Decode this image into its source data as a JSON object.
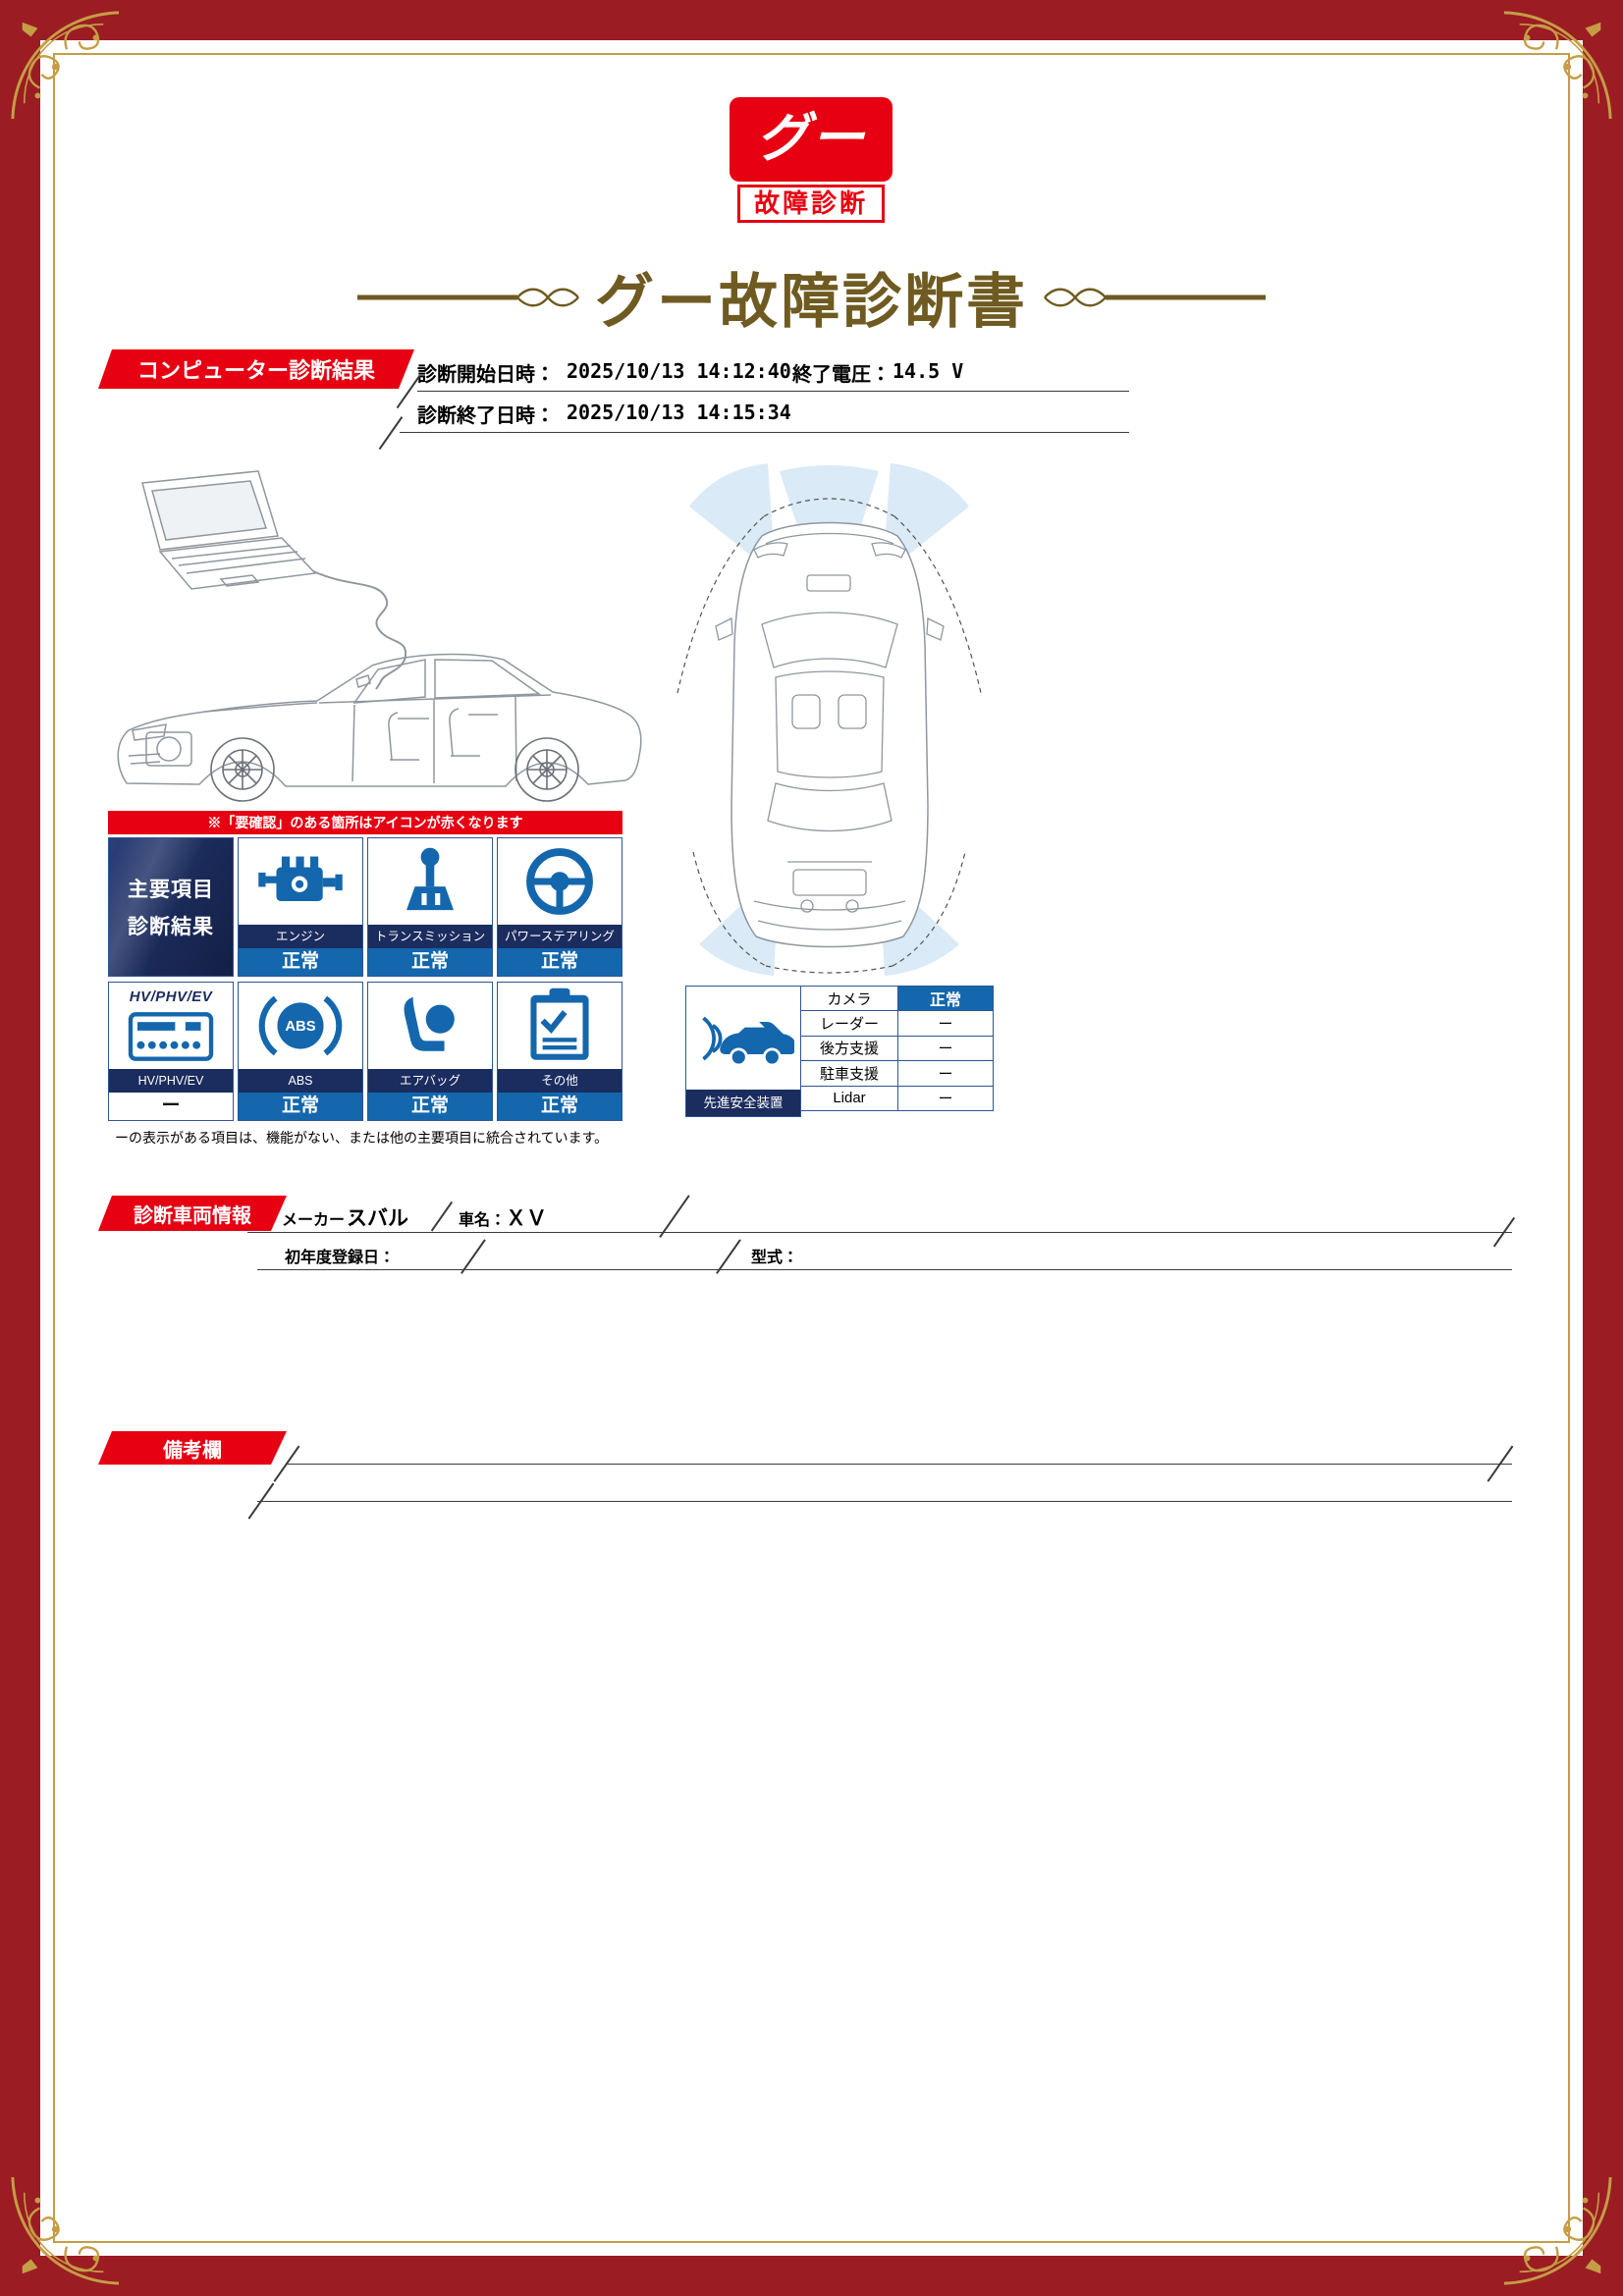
{
  "logo": {
    "main": "グー",
    "sub": "故障診断"
  },
  "title": "グー故障診断書",
  "computer_diagnosis": {
    "section_title": "コンピューター診断結果",
    "start_label": "診断開始日時：",
    "start_value": "2025/10/13 14:12:40",
    "voltage_label": "終了電圧：",
    "voltage_value": "14.5 V",
    "end_label": "診断終了日時：",
    "end_value": "2025/10/13 14:15:34"
  },
  "warning_note": "※「要確認」のある箇所はアイコンが赤くなります",
  "main_panel": {
    "header_line1": "主要項目",
    "header_line2": "診断結果",
    "hv_logo": "HV/PHV/EV",
    "items": [
      {
        "name": "エンジン",
        "status": "正常"
      },
      {
        "name": "トランスミッション",
        "status": "正常"
      },
      {
        "name": "パワーステアリング",
        "status": "正常"
      },
      {
        "name": "HV/PHV/EV",
        "status": "ー"
      },
      {
        "name": "ABS",
        "status": "正常"
      },
      {
        "name": "エアバッグ",
        "status": "正常"
      },
      {
        "name": "その他",
        "status": "正常"
      }
    ],
    "footnote": "ーの表示がある項目は、機能がない、または他の主要項目に統合されています。"
  },
  "safety_devices": {
    "label": "先進安全装置",
    "rows": [
      {
        "name": "カメラ",
        "status": "正常"
      },
      {
        "name": "レーダー",
        "status": "ー"
      },
      {
        "name": "後方支援",
        "status": "ー"
      },
      {
        "name": "駐車支援",
        "status": "ー"
      },
      {
        "name": "Lidar",
        "status": "ー"
      }
    ]
  },
  "vehicle_info": {
    "section_title": "診断車両情報",
    "maker_label": "メーカー：",
    "maker_value": "スバル",
    "car_name_label": "車名：",
    "car_name_value": "ＸＶ",
    "first_reg_label": "初年度登録日：",
    "model_label": "型式："
  },
  "remarks": {
    "section_title": "備考欄"
  }
}
